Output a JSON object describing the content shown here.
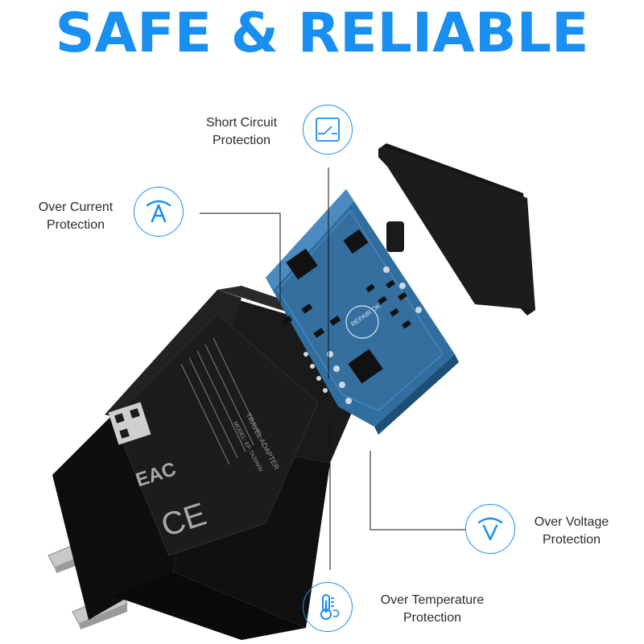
{
  "headline": "SAFE & RELIABLE",
  "colors": {
    "accent": "#1a8ff2",
    "charger_body": "#141414",
    "pcb": "#2f6e9e",
    "text": "#2b2b2b"
  },
  "features": [
    {
      "id": "short-circuit",
      "line1": "Short Circuit",
      "line2": "Protection",
      "icon": "switch-icon"
    },
    {
      "id": "over-current",
      "line1": "Over Current",
      "line2": "Protection",
      "icon": "ampere-icon"
    },
    {
      "id": "over-voltage",
      "line1": "Over Voltage",
      "line2": "Protection",
      "icon": "voltage-icon"
    },
    {
      "id": "over-temperature",
      "line1": "Over Temperature",
      "line2": "Protection",
      "icon": "thermometer-icon"
    }
  ],
  "product": {
    "label_text": "TRAVEL ADAPTER",
    "label_model": "MODEL: EP-TA20WW",
    "pcb_marking": "REPAIR OK",
    "cert_marks": [
      "EAC",
      "CE"
    ]
  }
}
